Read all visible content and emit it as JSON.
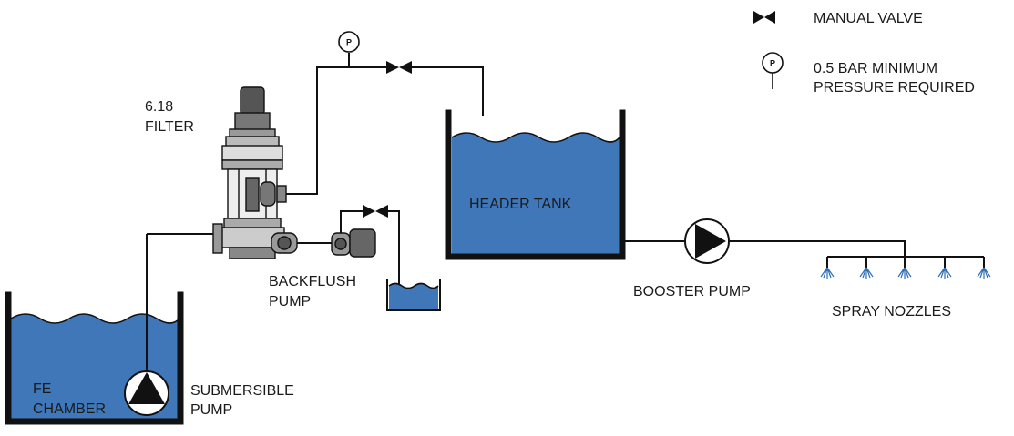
{
  "legend": {
    "manual_valve": "MANUAL VALVE",
    "gauge_line1": "0.5 BAR MINIMUM",
    "gauge_line2": "PRESSURE REQUIRED",
    "gauge_symbol": "P"
  },
  "labels": {
    "filter_line1": "6.18",
    "filter_line2": "FILTER",
    "header_tank": "HEADER TANK",
    "backflush_line1": "BACKFLUSH",
    "backflush_line2": "PUMP",
    "booster_pump": "BOOSTER PUMP",
    "spray_nozzles": "SPRAY NOZZLES",
    "fe_line1": "FE",
    "fe_line2": "CHAMBER",
    "submersible_line1": "SUBMERSIBLE",
    "submersible_line2": "PUMP",
    "gauge_symbol": "P"
  },
  "icons": {
    "valve": "bowtie-valve-icon",
    "gauge": "pressure-gauge-icon",
    "pump": "pump-triangle-icon",
    "nozzle": "spray-nozzle-icon"
  },
  "colors": {
    "water": "#3f77b8",
    "line": "#111111",
    "nozzle": "#2f6fb5"
  }
}
